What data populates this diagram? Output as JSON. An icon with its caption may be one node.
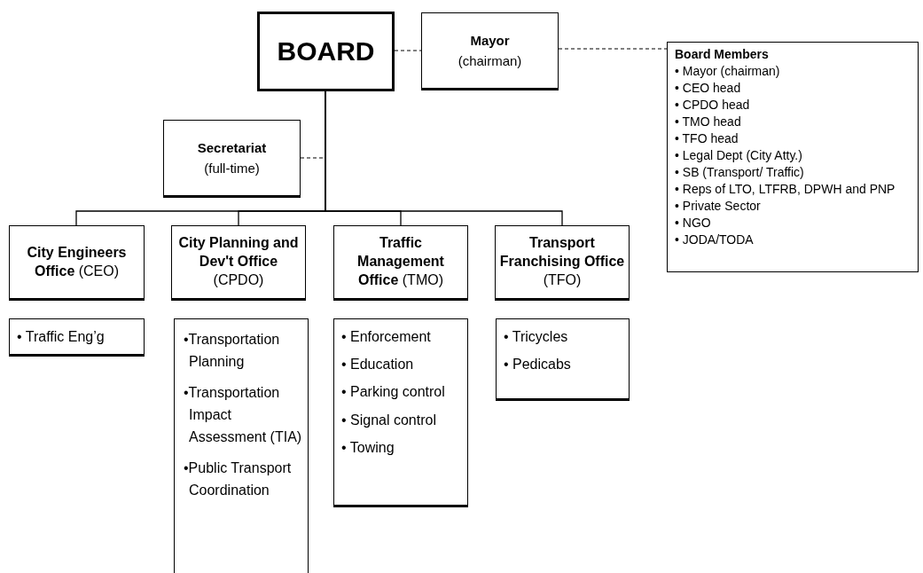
{
  "diagram": {
    "nodes": [
      {
        "text": [
          "BOARD"
        ]
      },
      {
        "text": [
          "Mayor",
          "(chairman)"
        ]
      },
      {
        "text": [
          "Board Members",
          "• Mayor (chairman)",
          "• CEO head",
          "• CPDO head",
          "• TMO head",
          "• TFO head",
          "• Legal Dept (City Atty.)",
          "• SB (Transport/ Traffic)",
          "• Reps of LTO, LTFRB, DPWH and PNP",
          "• Private Sector",
          "• NGO",
          "• JODA/TODA"
        ]
      },
      {
        "text": [
          "Secretariat",
          "(full-time)"
        ]
      },
      {
        "text": [
          "**City Engineers Office** (CEO)"
        ]
      },
      {
        "text": [
          "**City Planning and Dev't Office** (CPDO)"
        ]
      },
      {
        "text": [
          "**Traffic Management Office** (TMO)"
        ]
      },
      {
        "text": [
          "**Transport Franchising Office**  (TFO)"
        ]
      },
      {
        "text": [
          "• Traffic Eng’g"
        ]
      },
      {
        "text": [
          "•Transportation Planning",
          "•Transportation Impact Assessment (TIA)",
          "•Public Transport Coordination"
        ]
      },
      {
        "text": [
          "• Enforcement",
          "• Education",
          "• Parking control",
          "• Signal control",
          "• Towing"
        ]
      },
      {
        "text": [
          "• Tricycles",
          "• Pedicabs"
        ]
      }
    ],
    "edges": [
      {
        "from": 0,
        "to": 1,
        "arrow": "none",
        "style": "dashed"
      },
      {
        "from": 1,
        "to": 2,
        "arrow": "none",
        "style": "dashed"
      },
      {
        "from": 3,
        "to": 0,
        "arrow": "none",
        "style": "dashed"
      },
      {
        "from": 0,
        "to": 4,
        "arrow": "none"
      },
      {
        "from": 0,
        "to": 5,
        "arrow": "none"
      },
      {
        "from": 0,
        "to": 6,
        "arrow": "none"
      },
      {
        "from": 0,
        "to": 7,
        "arrow": "none"
      }
    ]
  }
}
